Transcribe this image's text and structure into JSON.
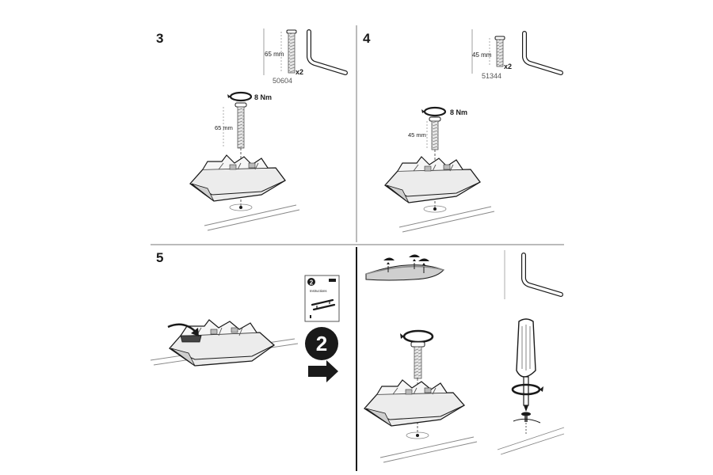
{
  "steps": [
    {
      "number": "3",
      "bolt_length": "65 mm",
      "bolt_quantity": "x2",
      "part_number": "50604",
      "torque": "8 Nm",
      "install_length": "65 mm"
    },
    {
      "number": "4",
      "bolt_length": "45 mm",
      "bolt_quantity": "x2",
      "part_number": "51344",
      "torque": "8 Nm",
      "install_length": "45 mm"
    },
    {
      "number": "5",
      "booklet_badge": "2",
      "booklet_title": "Instructions",
      "next_badge": "2"
    }
  ],
  "colors": {
    "line": "#1a1a1a",
    "divider": "#555555",
    "grey": "#8a8a8a",
    "fill_light": "#f2f2f2",
    "fill_mid": "#d9d9d9"
  },
  "icons": {
    "hex_key": "allen-key-icon",
    "screwdriver": "screwdriver-icon",
    "torque": "torque-rotation-icon",
    "arrow": "right-arrow-icon"
  }
}
